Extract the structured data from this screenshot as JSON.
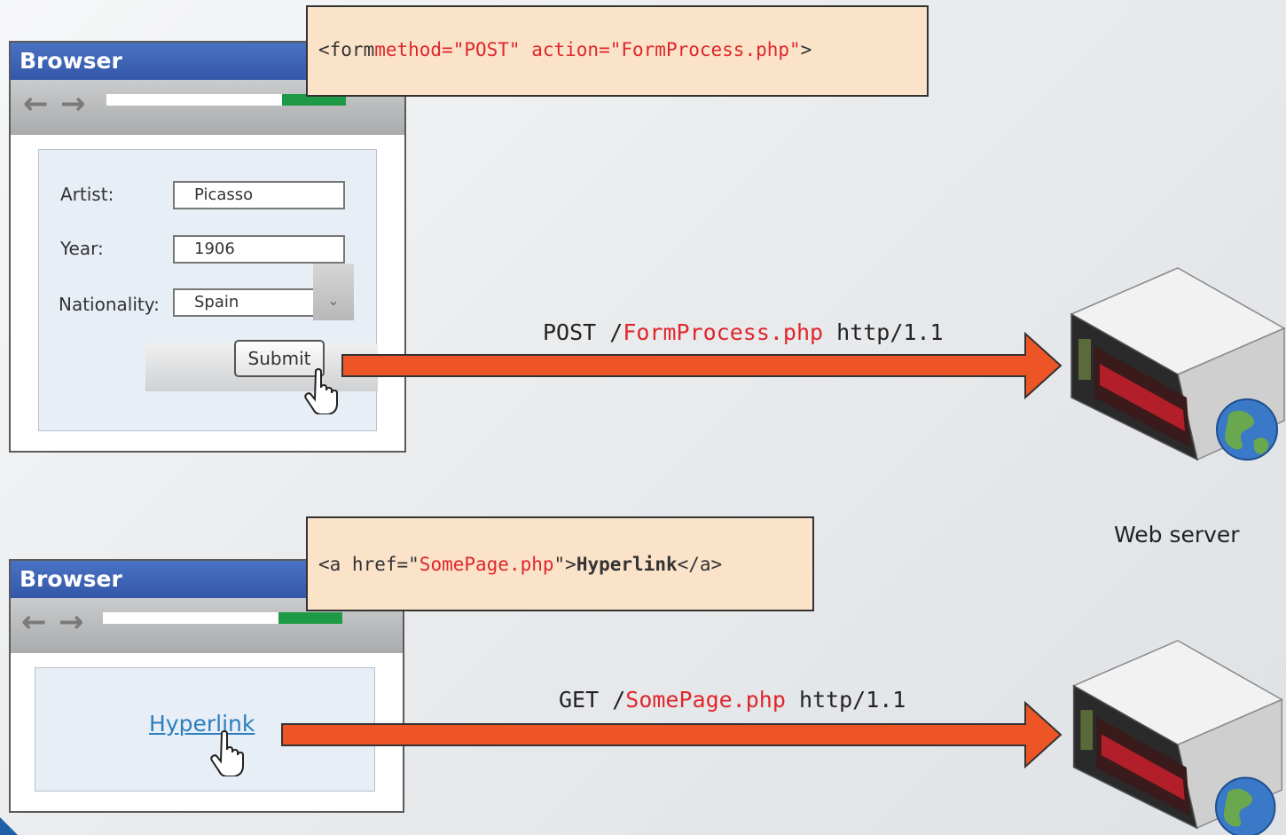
{
  "post_panel": {
    "browser_title": "Browser",
    "code_prefix": "<form ",
    "code_method": "method=\"POST\" action=\"FormProcess.php\"",
    "code_suffix": ">",
    "fields": [
      {
        "label": "Artist:",
        "value": "Picasso"
      },
      {
        "label": "Year:",
        "value": "1906"
      },
      {
        "label": "Nationality:",
        "value": "Spain"
      }
    ],
    "submit_label": "Submit",
    "request_method": "POST /",
    "request_path": "FormProcess.php",
    "request_protocol": " http/1.1"
  },
  "get_panel": {
    "browser_title": "Browser",
    "code_prefix": "<a href=\"",
    "code_path": "SomePage.php",
    "code_mid": "\">",
    "code_link": "Hyperlink",
    "code_suffix": "</a>",
    "hyperlink_text": "Hyperlink",
    "request_method": "GET /",
    "request_path": "SomePage.php",
    "request_protocol": " http/1.1"
  },
  "server_label": "Web server",
  "colors": {
    "arrow": "#ee5526",
    "titlebar": "#3c62b4",
    "code_highlight": "#e0262b",
    "callout_bg": "#fbe3c9"
  }
}
